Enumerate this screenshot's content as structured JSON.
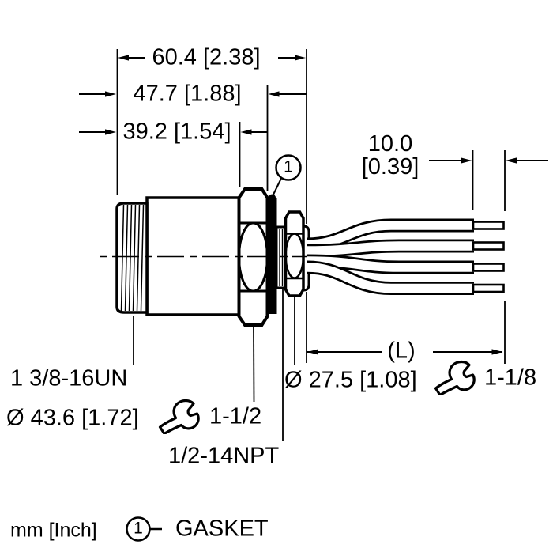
{
  "dimensions": {
    "overall_length": "60.4 [2.38]",
    "length_to_gasket": "47.7 [1.88]",
    "length_to_hex": "39.2 [1.54]",
    "strip_length_mm": "10.0",
    "strip_length_inch": "[0.39]",
    "lead_length": "(L)",
    "locknut_diameter": "Ø 27.5 [1.08]",
    "body_diameter": "Ø 43.6 [1.72]"
  },
  "labels": {
    "front_thread": "1 3/8-16UN",
    "conduit_thread": "1/2-14NPT",
    "wrench_size_large": "1-1/2",
    "wrench_size_small": "1-1/8"
  },
  "balloons": {
    "top_number": "1",
    "legend_number": "1",
    "legend_text": "GASKET"
  },
  "notes": {
    "units": "mm [Inch]"
  },
  "icons": {
    "wrench": "wrench-icon",
    "balloon": "balloon-callout"
  },
  "colors": {
    "line": "#000000",
    "background": "#ffffff",
    "gasket_fill": "#000000"
  }
}
